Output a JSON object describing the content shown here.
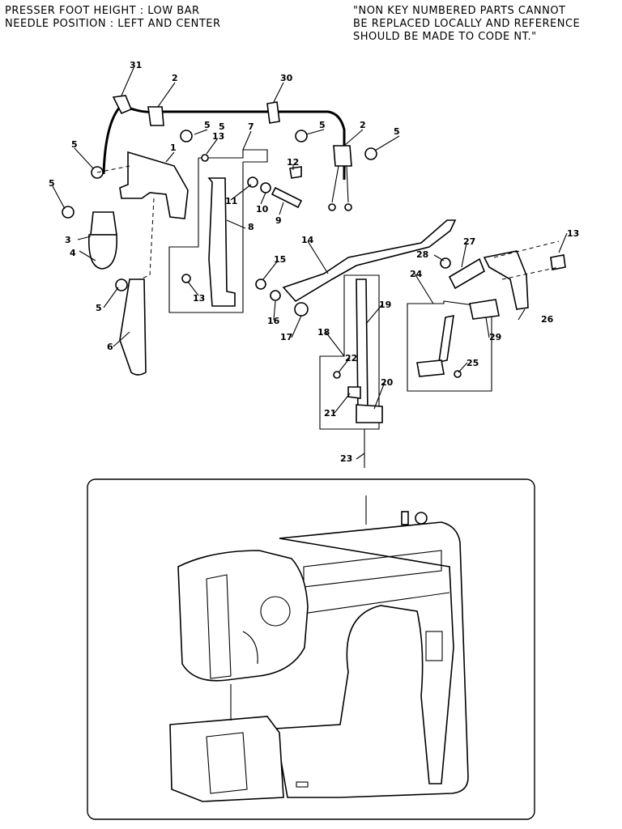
{
  "header": {
    "left_line1": "PRESSER FOOT HEIGHT : LOW BAR",
    "left_line2": "NEEDLE POSITION : LEFT AND CENTER",
    "note_line1": "\"NON KEY NUMBERED PARTS CANNOT",
    "note_line2": "BE REPLACED LOCALLY AND REFERENCE",
    "note_line3": "SHOULD BE MADE TO CODE NT.\""
  },
  "callouts": [
    "1",
    "2",
    "2",
    "3",
    "4",
    "5",
    "5",
    "5",
    "5",
    "5",
    "5",
    "5",
    "6",
    "7",
    "8",
    "9",
    "10",
    "11",
    "12",
    "13",
    "13",
    "13",
    "14",
    "15",
    "16",
    "17",
    "18",
    "19",
    "20",
    "21",
    "22",
    "23",
    "24",
    "25",
    "26",
    "27",
    "28",
    "29",
    "30",
    "31"
  ]
}
